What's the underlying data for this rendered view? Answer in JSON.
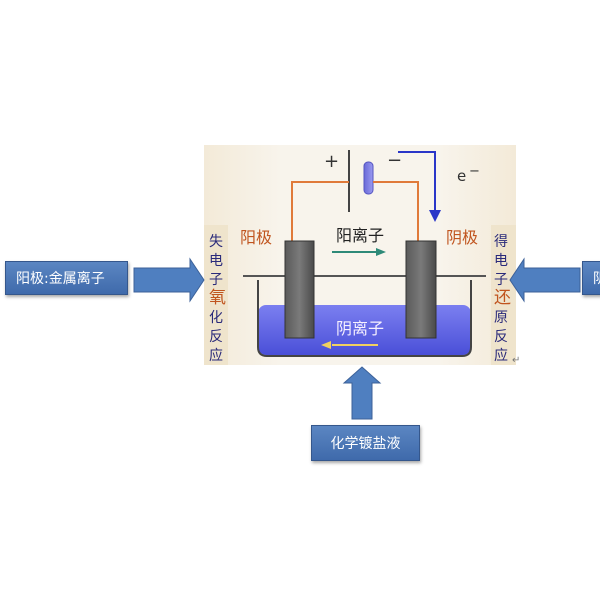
{
  "left_box": {
    "label": "阳极:金属离子"
  },
  "right_box": {
    "label": "阴"
  },
  "bottom_box": {
    "label": "化学镀盐液"
  },
  "diagram": {
    "plus_sign": "+",
    "minus_sign": "−",
    "electron_label": "e",
    "electron_superscript": "−",
    "left_electrode_label": "阳极",
    "right_electrode_label": "阴极",
    "cation_label": "阳离子",
    "anion_label": "阴离子",
    "left_side_text": [
      "失",
      "电",
      "子",
      "氧",
      "化",
      "反",
      "应"
    ],
    "right_side_text": [
      "得",
      "电",
      "子",
      "还",
      "原",
      "反",
      "应"
    ],
    "return_mark": "↵"
  },
  "colors": {
    "box_fill": "#4a76b5",
    "arrow_fill": "#4f7fc0",
    "electrode_label": "#c0541e",
    "wire": "#e07a3a",
    "electrolyte": "#5b5fe0",
    "cation_arrow": "#2e8a78",
    "anion_arrow": "#f0d060"
  }
}
